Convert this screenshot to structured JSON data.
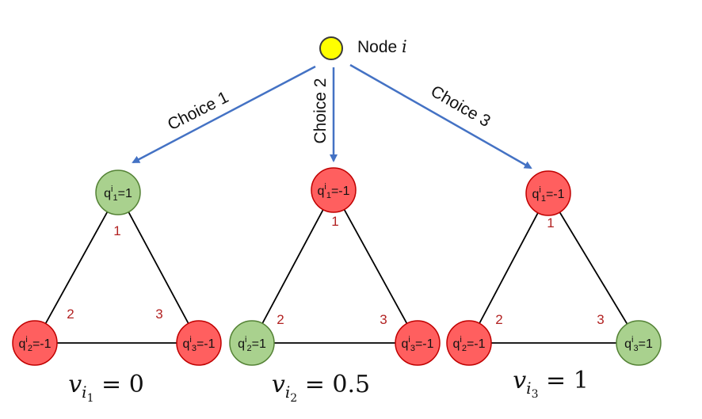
{
  "colors": {
    "arrow": "#4472c4",
    "root_fill": "#ffff00",
    "positive_fill": "#a9d18e",
    "positive_stroke": "#548235",
    "negative_fill": "#ff5f5f",
    "negative_stroke": "#c00000",
    "edge": "#000000",
    "index_label": "#b22222"
  },
  "root": {
    "label_prefix": "Node",
    "label_var": "i"
  },
  "choices": [
    {
      "label": "Choice 1"
    },
    {
      "label": "Choice 2"
    },
    {
      "label": "Choice 3"
    }
  ],
  "triangles": [
    {
      "nodes": [
        {
          "index": "1",
          "q_sup": "i",
          "q_sub": "1",
          "q_val": "=1",
          "state": "positive"
        },
        {
          "index": "2",
          "q_sup": "i",
          "q_sub": "2",
          "q_val": "=-1",
          "state": "negative"
        },
        {
          "index": "3",
          "q_sup": "i",
          "q_sub": "3",
          "q_val": "=-1",
          "state": "negative"
        }
      ],
      "value": {
        "var": "v",
        "sub": "i",
        "subsub": "1",
        "rhs": "= 0"
      }
    },
    {
      "nodes": [
        {
          "index": "1",
          "q_sup": "i",
          "q_sub": "1",
          "q_val": "=-1",
          "state": "negative"
        },
        {
          "index": "2",
          "q_sup": "i",
          "q_sub": "2",
          "q_val": "=1",
          "state": "positive"
        },
        {
          "index": "3",
          "q_sup": "i",
          "q_sub": "3",
          "q_val": "=-1",
          "state": "negative"
        }
      ],
      "value": {
        "var": "v",
        "sub": "i",
        "subsub": "2",
        "rhs": "= 0.5"
      }
    },
    {
      "nodes": [
        {
          "index": "1",
          "q_sup": "i",
          "q_sub": "1",
          "q_val": "=-1",
          "state": "negative"
        },
        {
          "index": "2",
          "q_sup": "i",
          "q_sub": "2",
          "q_val": "=-1",
          "state": "negative"
        },
        {
          "index": "3",
          "q_sup": "i",
          "q_sub": "3",
          "q_val": "=1",
          "state": "positive"
        }
      ],
      "value": {
        "var": "v",
        "sub": "i",
        "subsub": "3",
        "rhs": "= 1"
      }
    }
  ]
}
